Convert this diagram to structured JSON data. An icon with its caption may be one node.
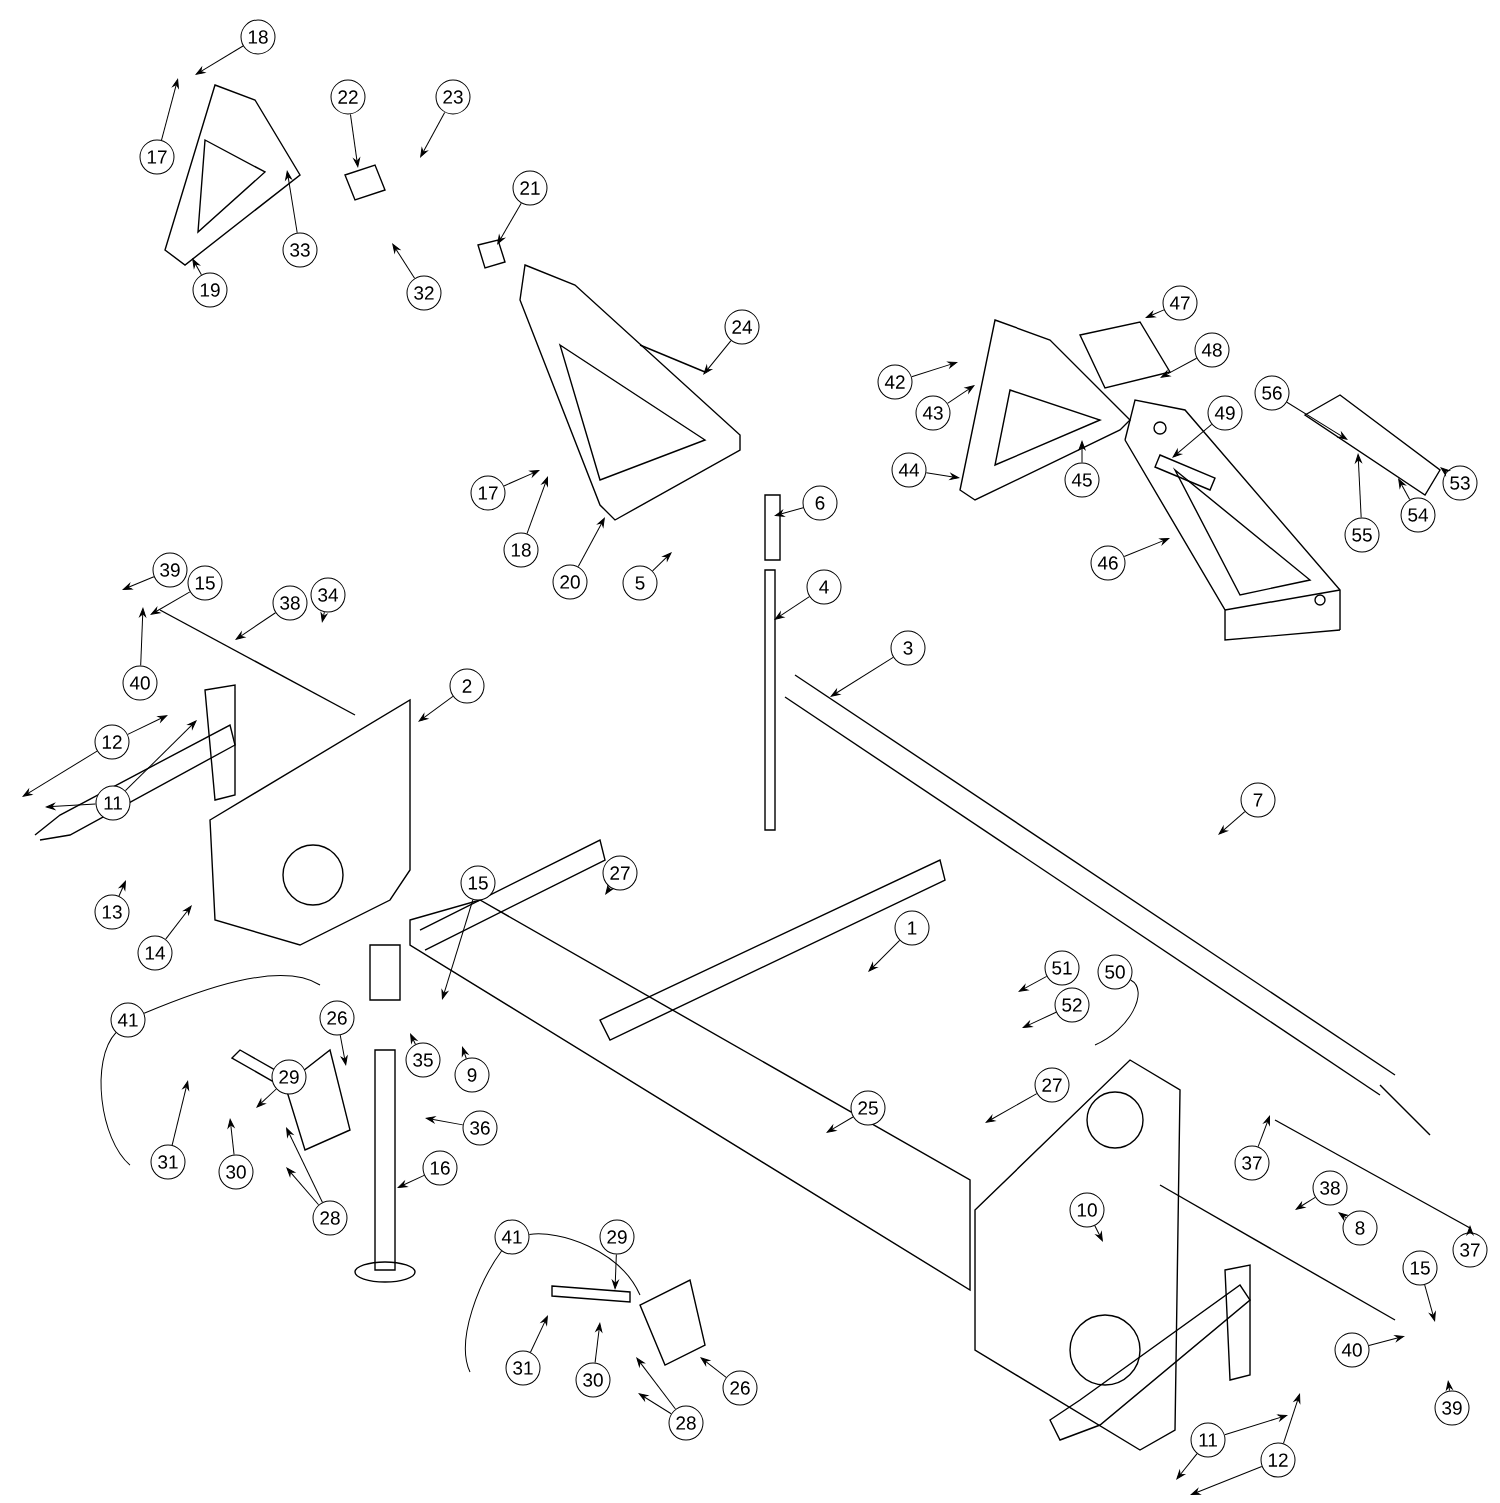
{
  "diagram": {
    "nodes": [
      {
        "text": [
          "17"
        ]
      },
      {
        "text": [
          "18"
        ]
      },
      {
        "text": [
          "22"
        ]
      },
      {
        "text": [
          "23"
        ]
      },
      {
        "text": [
          "33"
        ]
      },
      {
        "text": [
          "19"
        ]
      },
      {
        "text": [
          "21"
        ]
      },
      {
        "text": [
          "32"
        ]
      },
      {
        "text": [
          "47"
        ]
      },
      {
        "text": [
          "24"
        ]
      },
      {
        "text": [
          "48"
        ]
      },
      {
        "text": [
          "42"
        ]
      },
      {
        "text": [
          "43"
        ]
      },
      {
        "text": [
          "56"
        ]
      },
      {
        "text": [
          "49"
        ]
      },
      {
        "text": [
          "44"
        ]
      },
      {
        "text": [
          "45"
        ]
      },
      {
        "text": [
          "53"
        ]
      },
      {
        "text": [
          "17"
        ]
      },
      {
        "text": [
          "6"
        ]
      },
      {
        "text": [
          "54"
        ]
      },
      {
        "text": [
          "55"
        ]
      },
      {
        "text": [
          "18"
        ]
      },
      {
        "text": [
          "46"
        ]
      },
      {
        "text": [
          "39"
        ]
      },
      {
        "text": [
          "20"
        ]
      },
      {
        "text": [
          "5"
        ]
      },
      {
        "text": [
          "15"
        ]
      },
      {
        "text": [
          "4"
        ]
      },
      {
        "text": [
          "34"
        ]
      },
      {
        "text": [
          "38"
        ]
      },
      {
        "text": [
          "3"
        ]
      },
      {
        "text": [
          "40"
        ]
      },
      {
        "text": [
          "2"
        ]
      },
      {
        "text": [
          "12"
        ]
      },
      {
        "text": [
          "7"
        ]
      },
      {
        "text": [
          "11"
        ]
      },
      {
        "text": [
          "27"
        ]
      },
      {
        "text": [
          "15"
        ]
      },
      {
        "text": [
          "13"
        ]
      },
      {
        "text": [
          "1"
        ]
      },
      {
        "text": [
          "14"
        ]
      },
      {
        "text": [
          "51"
        ]
      },
      {
        "text": [
          "50"
        ]
      },
      {
        "text": [
          "52"
        ]
      },
      {
        "text": [
          "26"
        ]
      },
      {
        "text": [
          "41"
        ]
      },
      {
        "text": [
          "35"
        ]
      },
      {
        "text": [
          "9"
        ]
      },
      {
        "text": [
          "29"
        ]
      },
      {
        "text": [
          "27"
        ]
      },
      {
        "text": [
          "25"
        ]
      },
      {
        "text": [
          "36"
        ]
      },
      {
        "text": [
          "31"
        ]
      },
      {
        "text": [
          "37"
        ]
      },
      {
        "text": [
          "16"
        ]
      },
      {
        "text": [
          "30"
        ]
      },
      {
        "text": [
          "38"
        ]
      },
      {
        "text": [
          "10"
        ]
      },
      {
        "text": [
          "28"
        ]
      },
      {
        "text": [
          "8"
        ]
      },
      {
        "text": [
          "41"
        ]
      },
      {
        "text": [
          "29"
        ]
      },
      {
        "text": [
          "37"
        ]
      },
      {
        "text": [
          "15"
        ]
      },
      {
        "text": [
          "40"
        ]
      },
      {
        "text": [
          "31"
        ]
      },
      {
        "text": [
          "30"
        ]
      },
      {
        "text": [
          "26"
        ]
      },
      {
        "text": [
          "39"
        ]
      },
      {
        "text": [
          "28"
        ]
      },
      {
        "text": [
          "11"
        ]
      },
      {
        "text": [
          "12"
        ]
      }
    ],
    "edges": [
      {
        "from": 0,
        "to": null,
        "arrow": "to"
      },
      {
        "from": 1,
        "to": null,
        "arrow": "to"
      },
      {
        "from": 2,
        "to": null,
        "arrow": "to"
      },
      {
        "from": 3,
        "to": null,
        "arrow": "to"
      },
      {
        "from": 4,
        "to": null,
        "arrow": "to"
      },
      {
        "from": 5,
        "to": null,
        "arrow": "to"
      },
      {
        "from": 6,
        "to": null,
        "arrow": "to"
      },
      {
        "from": 7,
        "to": null,
        "arrow": "to"
      },
      {
        "from": 8,
        "to": null,
        "arrow": "to"
      },
      {
        "from": 9,
        "to": null,
        "arrow": "to"
      },
      {
        "from": 10,
        "to": null,
        "arrow": "to"
      },
      {
        "from": 11,
        "to": null,
        "arrow": "to"
      },
      {
        "from": 12,
        "to": null,
        "arrow": "to"
      },
      {
        "from": 13,
        "to": null,
        "arrow": "to"
      },
      {
        "from": 14,
        "to": null,
        "arrow": "to"
      },
      {
        "from": 15,
        "to": null,
        "arrow": "to"
      },
      {
        "from": 16,
        "to": null,
        "arrow": "to"
      },
      {
        "from": 17,
        "to": null,
        "arrow": "to"
      },
      {
        "from": 18,
        "to": null,
        "arrow": "to"
      },
      {
        "from": 19,
        "to": null,
        "arrow": "to"
      },
      {
        "from": 20,
        "to": null,
        "arrow": "to"
      },
      {
        "from": 21,
        "to": null,
        "arrow": "to"
      },
      {
        "from": 22,
        "to": null,
        "arrow": "to"
      },
      {
        "from": 23,
        "to": null,
        "arrow": "to"
      },
      {
        "from": 24,
        "to": null,
        "arrow": "to"
      },
      {
        "from": 25,
        "to": null,
        "arrow": "to"
      },
      {
        "from": 26,
        "to": null,
        "arrow": "to"
      },
      {
        "from": 27,
        "to": null,
        "arrow": "to"
      },
      {
        "from": 28,
        "to": null,
        "arrow": "to"
      },
      {
        "from": 29,
        "to": null,
        "arrow": "to"
      },
      {
        "from": 30,
        "to": null,
        "arrow": "to"
      },
      {
        "from": 31,
        "to": null,
        "arrow": "to"
      },
      {
        "from": 32,
        "to": null,
        "arrow": "to"
      },
      {
        "from": 33,
        "to": null,
        "arrow": "to"
      },
      {
        "from": 34,
        "to": null,
        "arrow": "to"
      },
      {
        "from": 34,
        "to": null,
        "arrow": "to"
      },
      {
        "from": 35,
        "to": null,
        "arrow": "to"
      },
      {
        "from": 36,
        "to": null,
        "arrow": "to"
      },
      {
        "from": 36,
        "to": null,
        "arrow": "to"
      },
      {
        "from": 37,
        "to": null,
        "arrow": "to"
      },
      {
        "from": 38,
        "to": null,
        "arrow": "to"
      },
      {
        "from": 39,
        "to": null,
        "arrow": "to"
      },
      {
        "from": 40,
        "to": null,
        "arrow": "to"
      },
      {
        "from": 41,
        "to": null,
        "arrow": "to"
      },
      {
        "from": 42,
        "to": null,
        "arrow": "to"
      },
      {
        "from": 43,
        "to": null,
        "arrow": "none"
      },
      {
        "from": 44,
        "to": null,
        "arrow": "to"
      },
      {
        "from": 45,
        "to": null,
        "arrow": "to"
      },
      {
        "from": 46,
        "to": null,
        "arrow": "none"
      },
      {
        "from": 46,
        "to": null,
        "arrow": "none"
      },
      {
        "from": 47,
        "to": null,
        "arrow": "to"
      },
      {
        "from": 48,
        "to": null,
        "arrow": "to"
      },
      {
        "from": 49,
        "to": null,
        "arrow": "to"
      },
      {
        "from": 50,
        "to": null,
        "arrow": "to"
      },
      {
        "from": 51,
        "to": null,
        "arrow": "to"
      },
      {
        "from": 52,
        "to": null,
        "arrow": "to"
      },
      {
        "from": 53,
        "to": null,
        "arrow": "to"
      },
      {
        "from": 54,
        "to": null,
        "arrow": "to"
      },
      {
        "from": 55,
        "to": null,
        "arrow": "to"
      },
      {
        "from": 56,
        "to": null,
        "arrow": "to"
      },
      {
        "from": 57,
        "to": null,
        "arrow": "to"
      },
      {
        "from": 58,
        "to": null,
        "arrow": "to"
      },
      {
        "from": 59,
        "to": null,
        "arrow": "to"
      },
      {
        "from": 59,
        "to": null,
        "arrow": "to"
      },
      {
        "from": 60,
        "to": null,
        "arrow": "to"
      },
      {
        "from": 61,
        "to": null,
        "arrow": "none"
      },
      {
        "from": 61,
        "to": null,
        "arrow": "none"
      },
      {
        "from": 62,
        "to": null,
        "arrow": "to"
      },
      {
        "from": 63,
        "to": null,
        "arrow": "to"
      },
      {
        "from": 64,
        "to": null,
        "arrow": "to"
      },
      {
        "from": 65,
        "to": null,
        "arrow": "to"
      },
      {
        "from": 66,
        "to": null,
        "arrow": "to"
      },
      {
        "from": 67,
        "to": null,
        "arrow": "to"
      },
      {
        "from": 68,
        "to": null,
        "arrow": "to"
      },
      {
        "from": 69,
        "to": null,
        "arrow": "to"
      },
      {
        "from": 70,
        "to": null,
        "arrow": "to"
      },
      {
        "from": 70,
        "to": null,
        "arrow": "to"
      },
      {
        "from": 71,
        "to": null,
        "arrow": "to"
      },
      {
        "from": 71,
        "to": null,
        "arrow": "to"
      },
      {
        "from": 72,
        "to": null,
        "arrow": "to"
      },
      {
        "from": 72,
        "to": null,
        "arrow": "to"
      }
    ]
  }
}
